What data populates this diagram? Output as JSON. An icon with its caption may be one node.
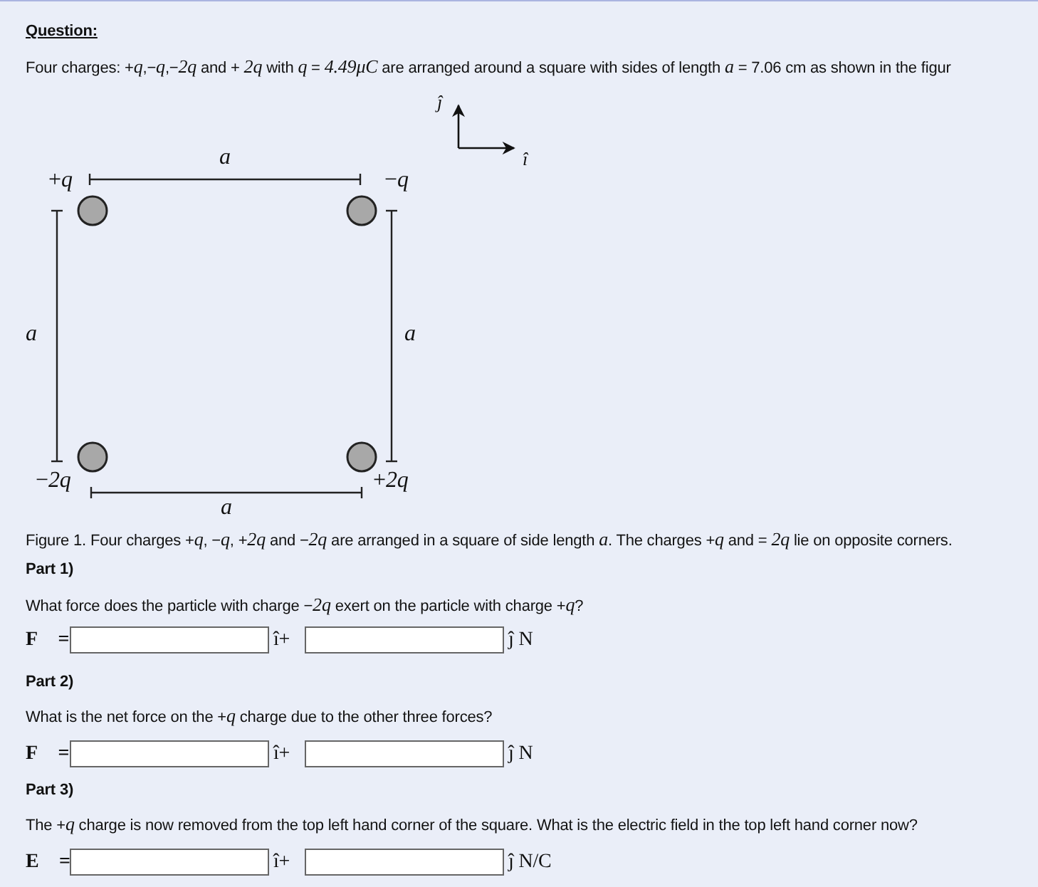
{
  "diagram": {
    "nodes": [
      {
        "text": [],
        "shape": "circle",
        "beside": [
          "+*q*"
        ]
      },
      {
        "text": [],
        "shape": "circle",
        "beside": [
          "−*q*"
        ]
      },
      {
        "text": [],
        "shape": "circle",
        "beside": [
          "−*2q*"
        ]
      },
      {
        "text": [],
        "shape": "circle",
        "beside": [
          "+*2q*"
        ]
      }
    ],
    "edges": [],
    "labels": [
      "Question:",
      "Four charges: +*q*,−*q*,−*2q* and  + *2q* with *q* = *4.49μC* are arranged around a square with sides of length *a* = 7.06 cm as shown in the figur",
      "*ĵ*",
      "*a*",
      "*î*",
      "*a*",
      "*a*",
      "*a*",
      "Figure 1. Four charges +*q*, −*q*, +*2q* and −*2q* are arranged in a square of side length *a*. The charges +*q* and = *2q* lie on opposite corners.",
      "Part 1)",
      "What force does the particle with charge −*2q* exert on the particle with charge +*q*?",
      "F⃗ =",
      "î+",
      "ĵ N",
      "Part 2)",
      "What is the net force on the +*q* charge due to the other three forces?",
      "F⃗ =",
      "î+",
      "ĵ N",
      "Part 3)",
      "The +*q* charge is now removed from the top left hand corner of the square. What is the electric field in the top left hand corner now?",
      "E⃗ =",
      "î+",
      "ĵ N/C"
    ]
  }
}
